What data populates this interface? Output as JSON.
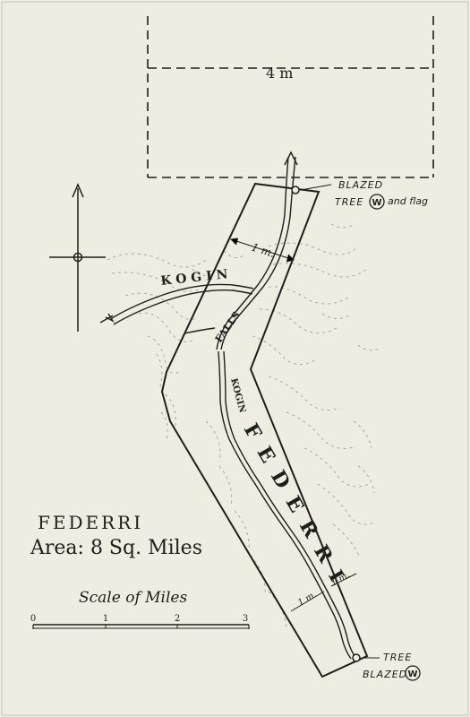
{
  "title": "FEDERRI",
  "area_label": "Area: 8 Sq. Miles",
  "region_label": "FEDERRI",
  "boundary_dimensions": {
    "north_width": "1 m.",
    "south_width": "1 m.",
    "south_width_right": "1 m.",
    "dashed_area": "4 m"
  },
  "features": {
    "river_north": "KOGIN",
    "river_south": "KOGIN",
    "falls": "FALLS"
  },
  "markers": {
    "north": {
      "line1": "BLAZED",
      "line2": "TREE",
      "symbol": "W",
      "suffix": "and flag"
    },
    "south": {
      "line1": "TREE",
      "line2": "BLAZED",
      "symbol": "W"
    }
  },
  "scale": {
    "label": "Scale of Miles",
    "ticks": [
      "0",
      "1",
      "2",
      "3"
    ]
  },
  "colors": {
    "background": "#efece1",
    "ink": "#1e1e1a",
    "terrain": "#8a877c"
  }
}
